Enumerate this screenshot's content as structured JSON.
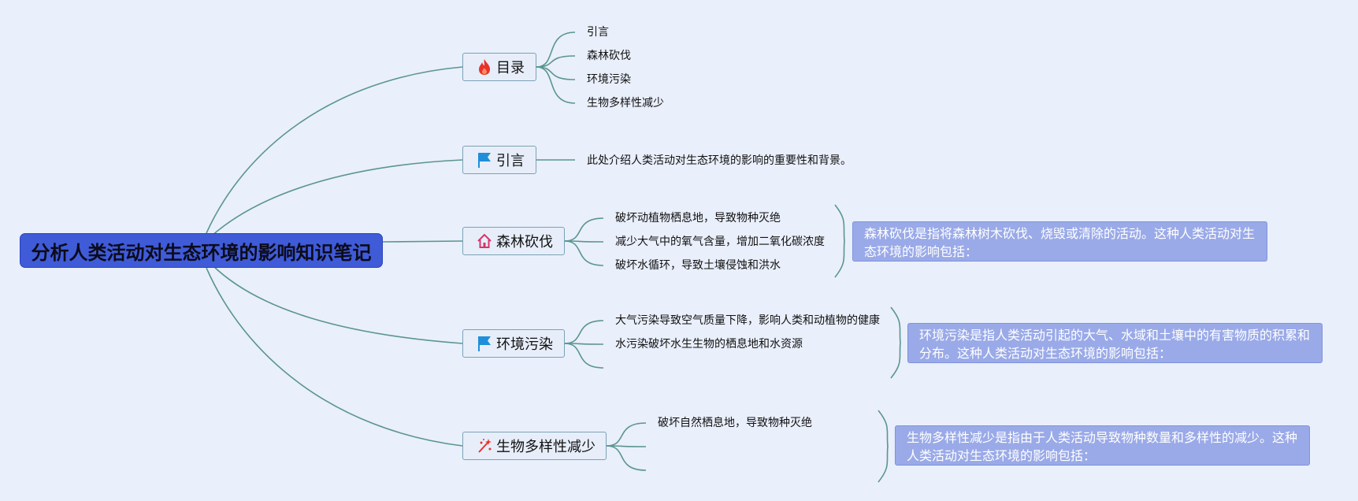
{
  "root": {
    "title": "分析人类活动对生态环境的影响知识笔记"
  },
  "colors": {
    "background": "#e9effb",
    "root_fill": "#3f5bd8",
    "connector": "#5a9590",
    "topic_border": "#7aa3b5",
    "note_fill": "#9aaae8",
    "fire_icon": "#e8322c",
    "flag_icon": "#1f8fd9",
    "home_icon": "#d9346a",
    "sparkle_icon": "#e8322c"
  },
  "topics": [
    {
      "key": "toc",
      "label": "目录",
      "icon": "fire-icon",
      "children": [
        "引言",
        "森林砍伐",
        "环境污染",
        "生物多样性减少"
      ]
    },
    {
      "key": "intro",
      "label": "引言",
      "icon": "flag-icon",
      "children": [
        "此处介绍人类活动对生态环境的影响的重要性和背景。"
      ]
    },
    {
      "key": "deforestation",
      "label": "森林砍伐",
      "icon": "home-icon",
      "children": [
        "破坏动植物栖息地，导致物种灭绝",
        "减少大气中的氧气含量，增加二氧化碳浓度",
        "破坏水循环，导致土壤侵蚀和洪水"
      ],
      "note": "森林砍伐是指将森林树木砍伐、烧毁或清除的活动。这种人类活动对生态环境的影响包括："
    },
    {
      "key": "pollution",
      "label": "环境污染",
      "icon": "flag-icon",
      "children": [
        "大气污染导致空气质量下降，影响人类和动植物的健康",
        "水污染破坏水生生物的栖息地和水资源",
        ""
      ],
      "note": "环境污染是指人类活动引起的大气、水域和土壤中的有害物质的积累和分布。这种人类活动对生态环境的影响包括："
    },
    {
      "key": "biodiversity",
      "label": "生物多样性减少",
      "icon": "sparkle-icon",
      "children": [
        "破坏自然栖息地，导致物种灭绝",
        "",
        ""
      ],
      "note": "生物多样性减少是指由于人类活动导致物种数量和多样性的减少。这种人类活动对生态环境的影响包括："
    }
  ]
}
